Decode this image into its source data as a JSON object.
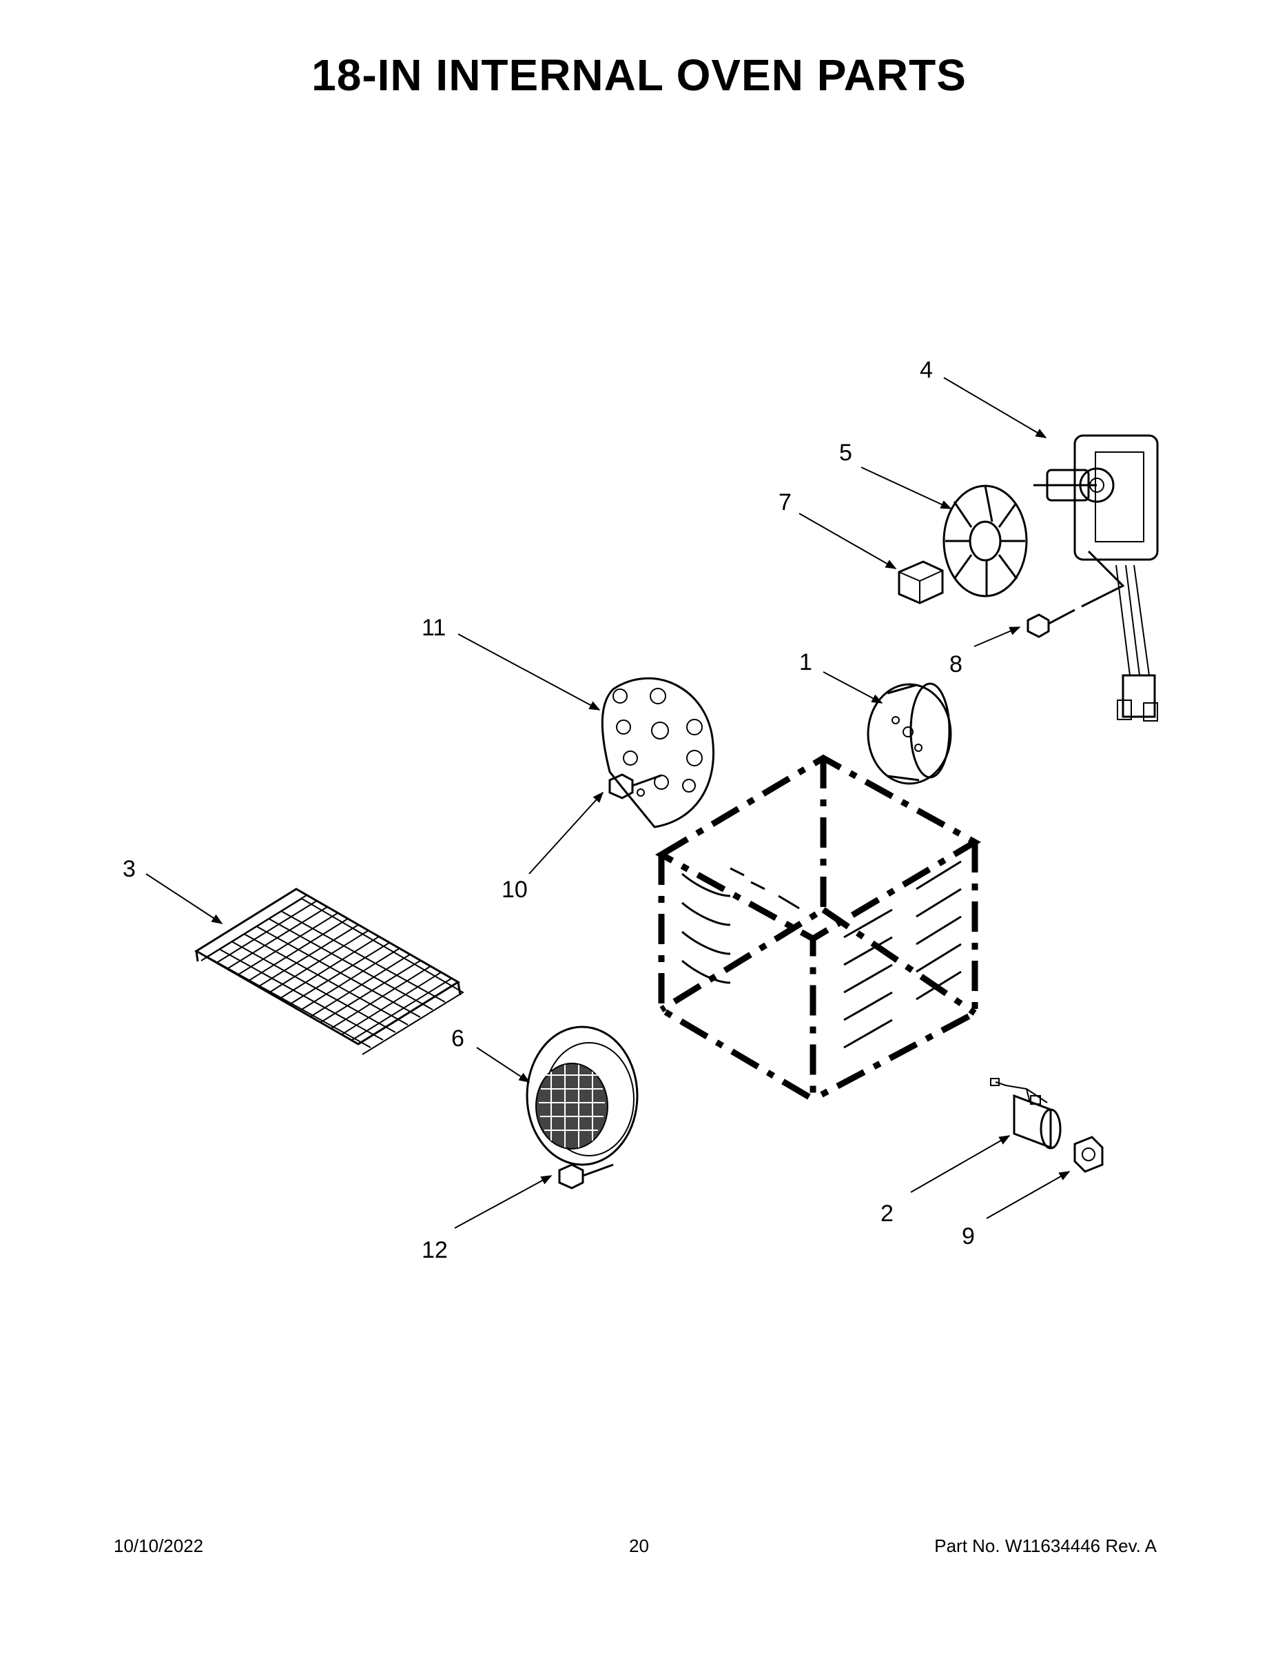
{
  "title": "18-IN INTERNAL OVEN PARTS",
  "callouts": {
    "c1": "1",
    "c2": "2",
    "c3": "3",
    "c4": "4",
    "c5": "5",
    "c6": "6",
    "c7": "7",
    "c8": "8",
    "c9": "9",
    "c10": "10",
    "c11": "11",
    "c12": "12"
  },
  "footer": {
    "date": "10/10/2022",
    "page": "20",
    "part": "Part No.  W11634446  Rev.  A"
  }
}
